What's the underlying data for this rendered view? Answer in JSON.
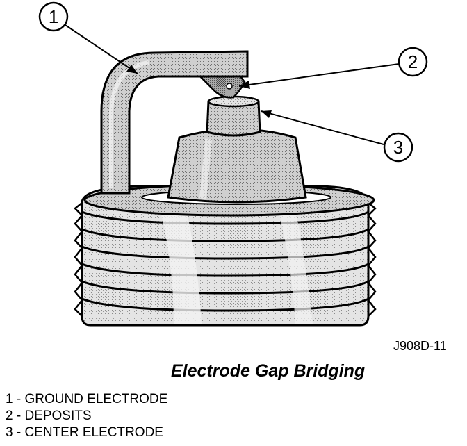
{
  "callouts": [
    "1",
    "2",
    "3"
  ],
  "figure_code": "J908D-11",
  "caption": "Electrode Gap Bridging",
  "legend": [
    "1 - GROUND ELECTRODE",
    "2 - DEPOSITS",
    "3 - CENTER ELECTRODE"
  ],
  "colors": {
    "ink": "#000000",
    "shade": "#b8b8b8",
    "paper": "#ffffff"
  }
}
